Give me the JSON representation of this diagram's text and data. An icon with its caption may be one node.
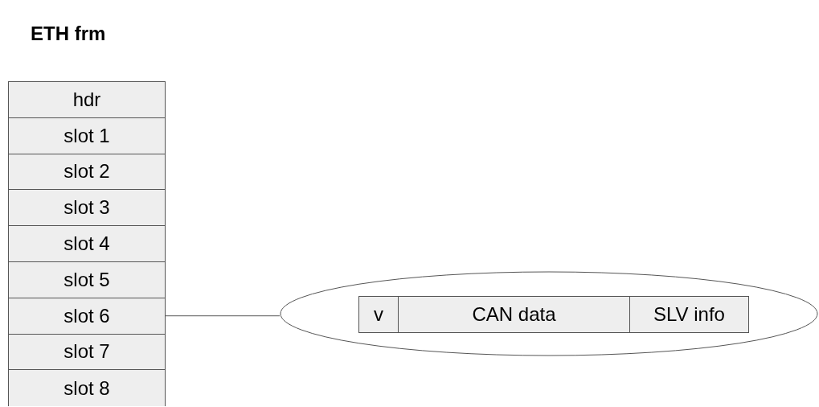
{
  "diagram": {
    "title": "ETH frm",
    "nodes": [
      {
        "text": [
          "hdr"
        ]
      },
      {
        "text": [
          "slot 1"
        ]
      },
      {
        "text": [
          "slot 2"
        ]
      },
      {
        "text": [
          "slot 3"
        ]
      },
      {
        "text": [
          "slot 4"
        ]
      },
      {
        "text": [
          "slot 5"
        ]
      },
      {
        "text": [
          "slot 6"
        ]
      },
      {
        "text": [
          "slot 7"
        ]
      },
      {
        "text": [
          "slot 8"
        ]
      },
      {
        "text": [],
        "shape": "ellipse"
      },
      {
        "text": [
          "v"
        ],
        "in": 9
      },
      {
        "text": [
          "CAN data"
        ],
        "in": 9
      },
      {
        "text": [
          "SLV info"
        ],
        "in": 9
      }
    ],
    "edges": [
      {
        "from": 6,
        "to": 9,
        "arrow": "none"
      }
    ]
  }
}
